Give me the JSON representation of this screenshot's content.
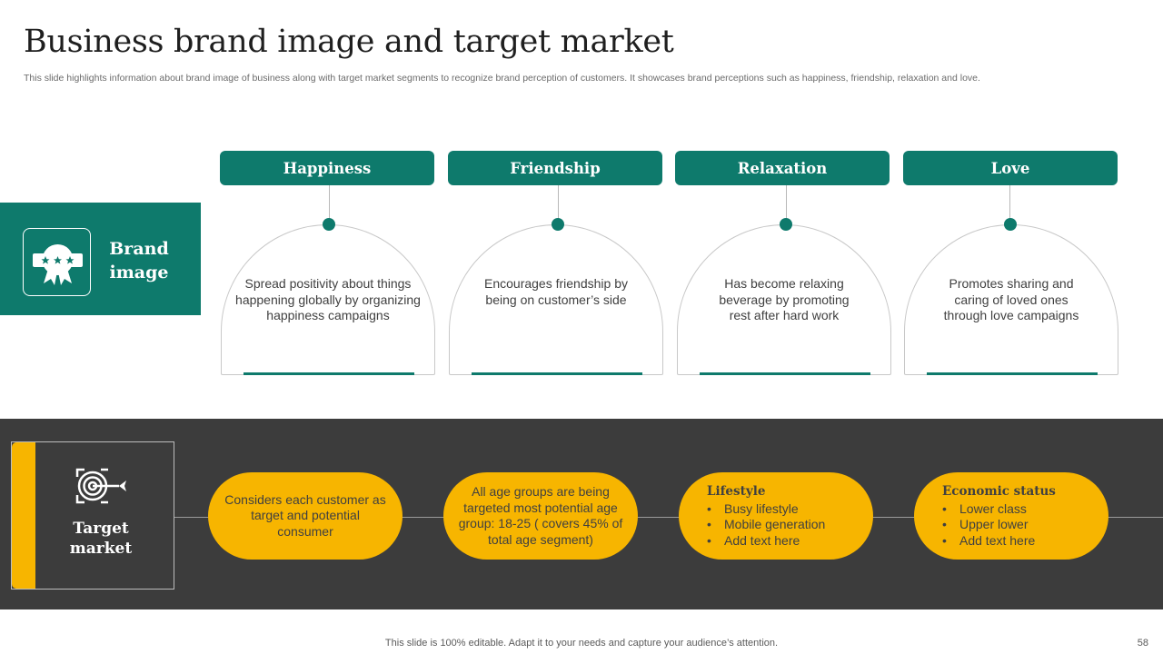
{
  "title": "Business brand image and target market",
  "subtitle": "This slide highlights information about brand image of business along with target market segments to recognize brand perception of customers. It showcases brand perceptions such as happiness, friendship, relaxation and love.",
  "brand": {
    "label_line1": "Brand",
    "label_line2": "image",
    "icon": "award-badge-icon"
  },
  "perceptions": [
    {
      "name": "Happiness",
      "description": "Spread positivity about things happening globally by organizing happiness campaigns"
    },
    {
      "name": "Friendship",
      "description": "Encourages friendship by being on customer’s side"
    },
    {
      "name": "Relaxation",
      "description": "Has become relaxing beverage by promoting rest after hard work"
    },
    {
      "name": "Love",
      "description": "Promotes sharing and caring of loved ones through love campaigns"
    }
  ],
  "target": {
    "label_line1": "Target",
    "label_line2": "market",
    "icon": "target-dart-icon",
    "segments": [
      {
        "text": "Considers each customer as target and potential consumer"
      },
      {
        "text": "All age groups are being targeted most potential age group: 18-25 ( covers 45% of total age segment)"
      },
      {
        "heading": "Lifestyle",
        "items": [
          "Busy lifestyle",
          "Mobile generation",
          "Add text here"
        ]
      },
      {
        "heading": "Economic status",
        "items": [
          "Lower class",
          "Upper lower",
          "Add text here"
        ]
      }
    ]
  },
  "footer": "This slide is 100% editable. Adapt it to your needs and capture your audience’s attention.",
  "page_number": "58",
  "colors": {
    "teal": "#0e7a6c",
    "yellow": "#f7b500",
    "dark_band": "#3c3c3c"
  }
}
